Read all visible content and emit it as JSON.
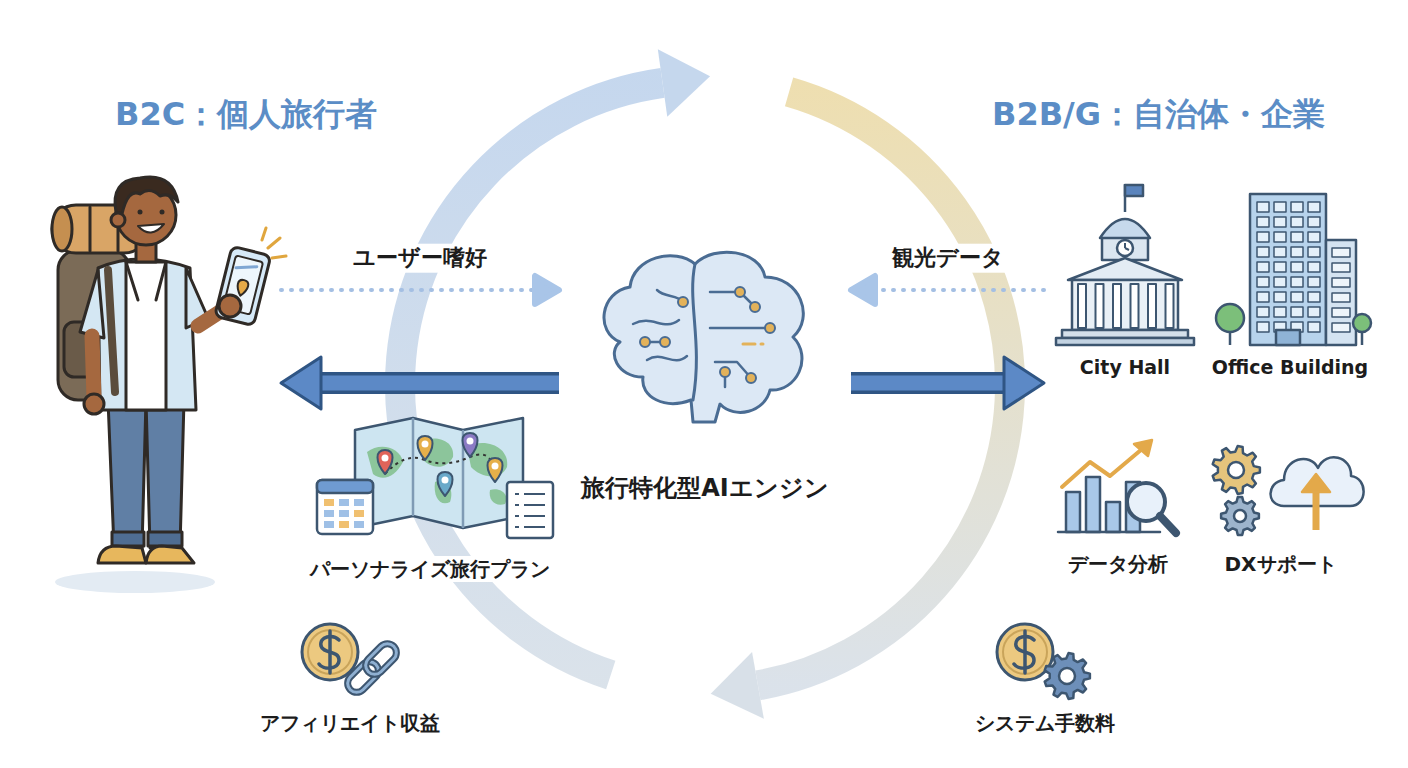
{
  "diagram": {
    "nodes": [
      {
        "text": [
          "B2C：個人旅行者"
        ]
      },
      {
        "text": [
          "旅行特化型AIエンジン"
        ]
      },
      {
        "text": [
          "B2B/G：自治体・企業"
        ]
      },
      {
        "text": [
          "City Hall"
        ],
        "in": 2
      },
      {
        "text": [
          "Office Building"
        ],
        "in": 2
      },
      {
        "text": [
          "パーソナライズ旅行プラン"
        ]
      },
      {
        "text": [
          "データ分析"
        ]
      },
      {
        "text": [
          "DXサポート"
        ]
      },
      {
        "text": [
          "アフィリエイト収益"
        ]
      },
      {
        "text": [
          "システム手数料"
        ]
      }
    ],
    "edges": [
      {
        "from": 0,
        "to": 1,
        "label": "ユーザー嗜好",
        "arrow": "to"
      },
      {
        "from": 1,
        "to": 0,
        "arrow": "to"
      },
      {
        "from": 2,
        "to": 1,
        "label": "観光データ",
        "arrow": "to"
      },
      {
        "from": 1,
        "to": 2,
        "arrow": "to"
      }
    ]
  }
}
